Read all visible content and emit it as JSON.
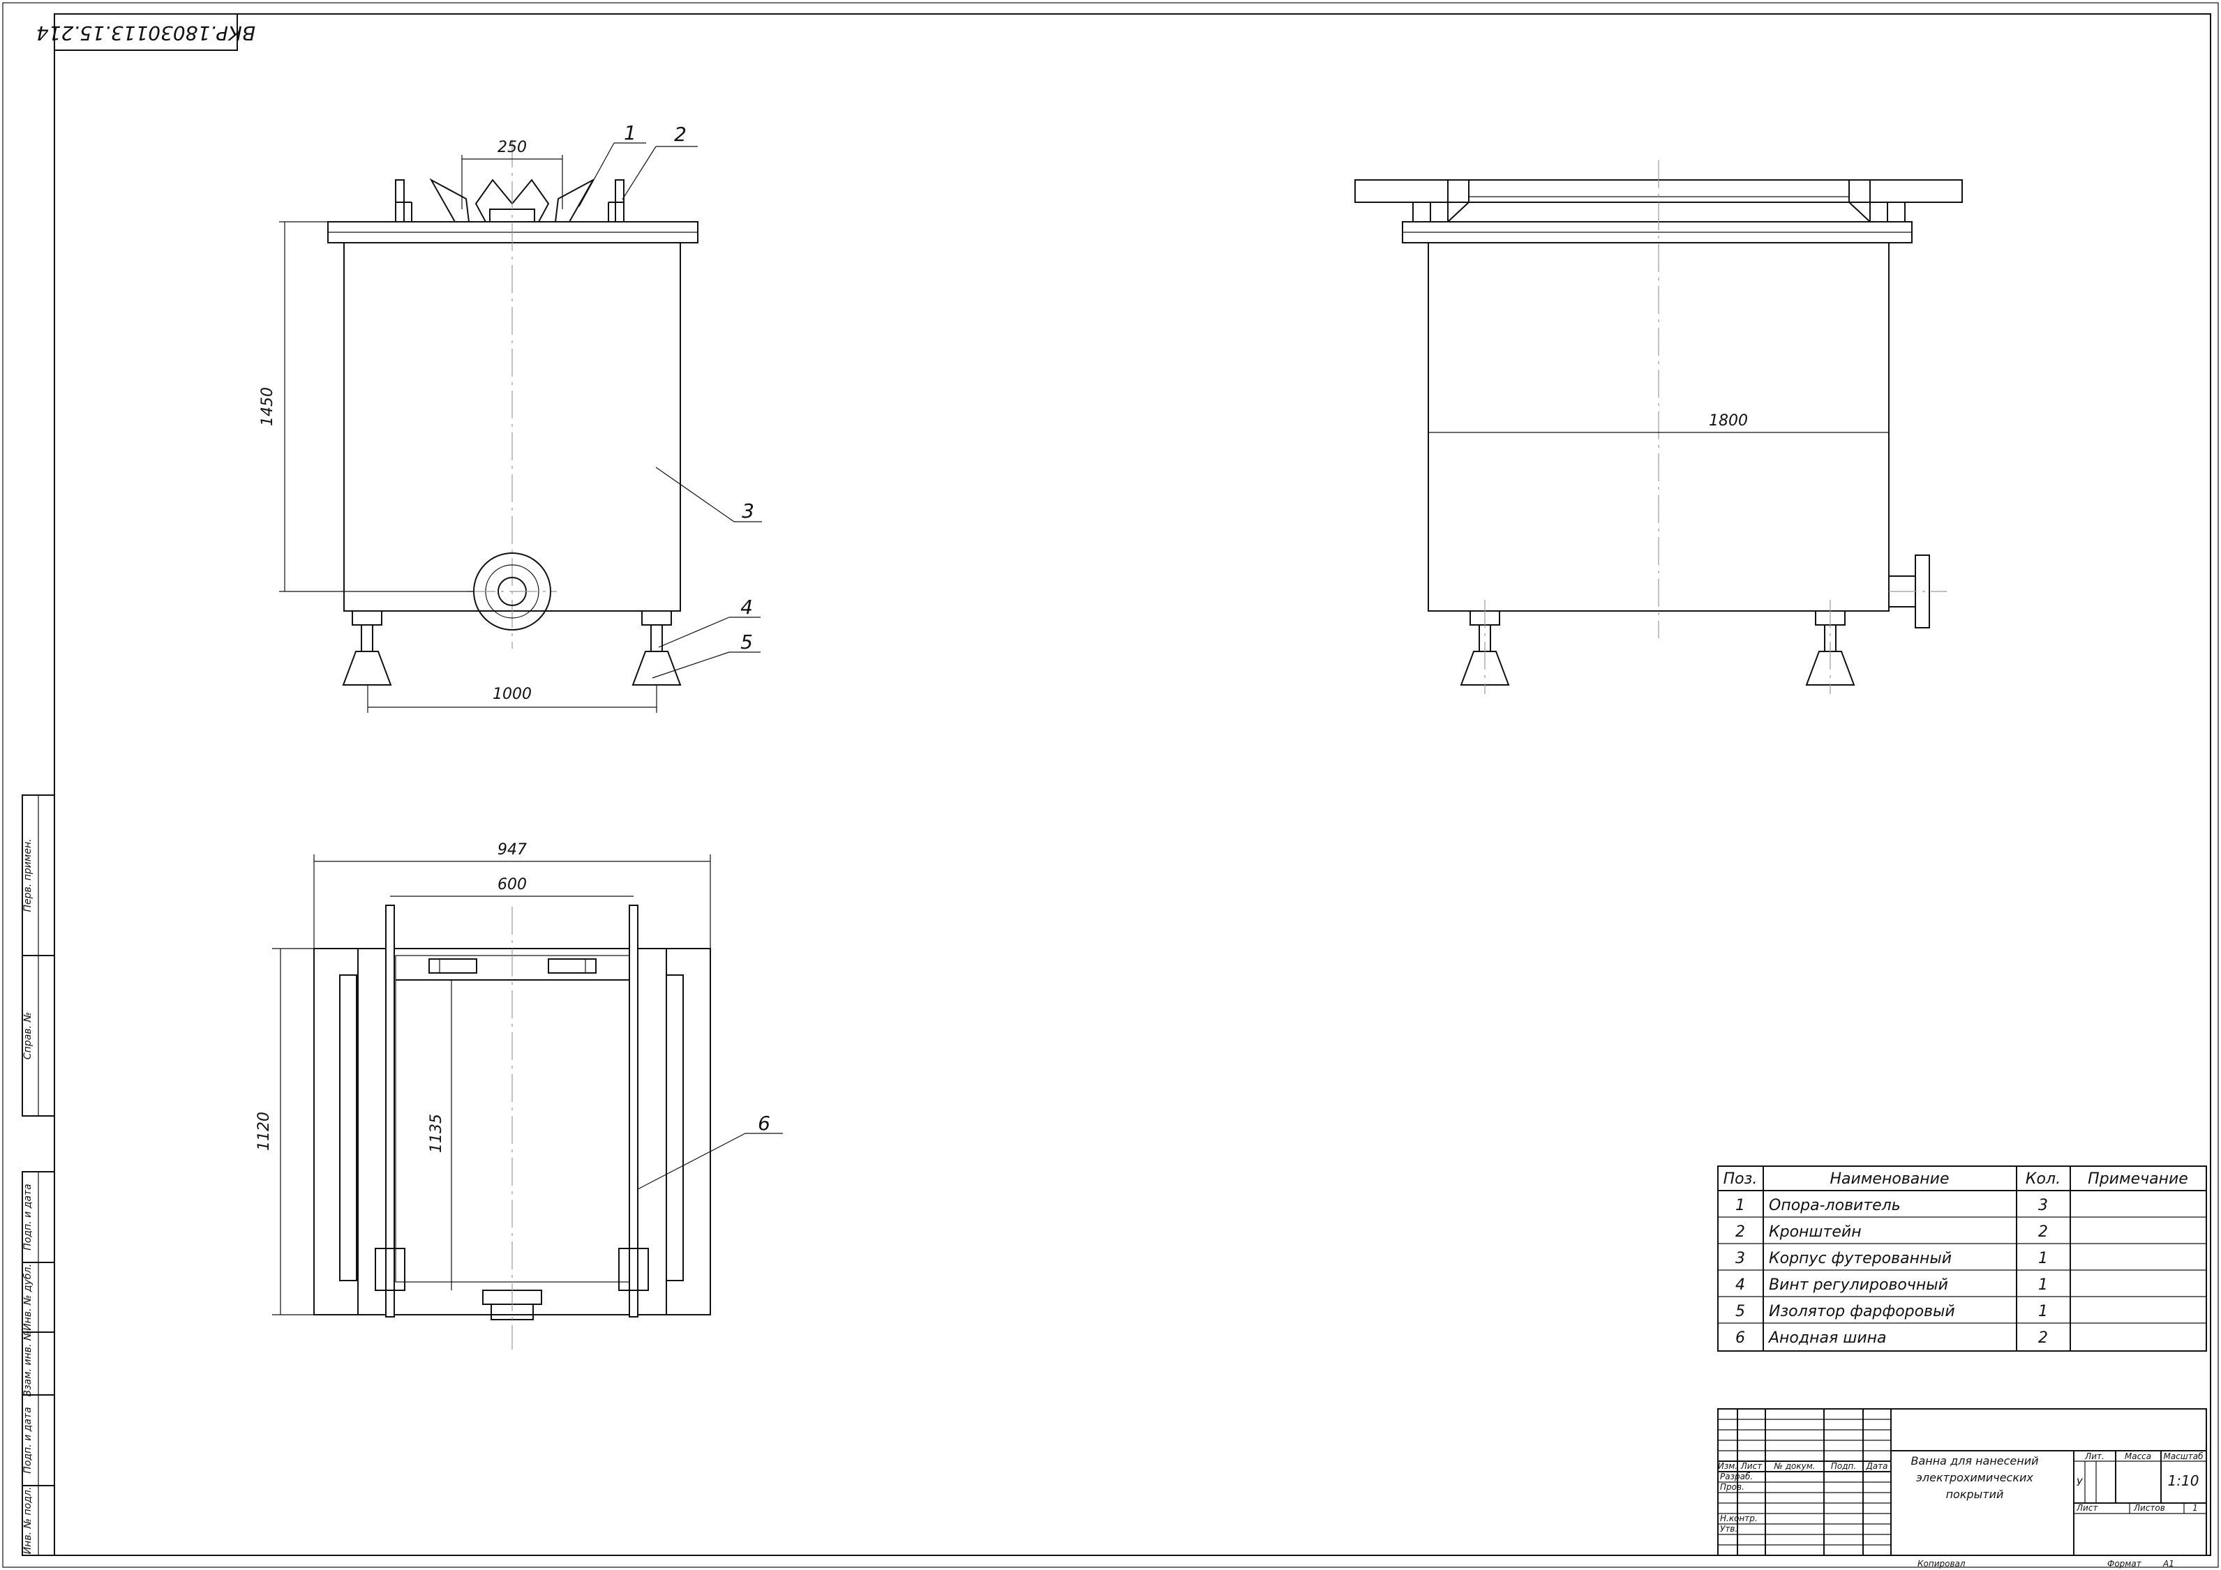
{
  "drawing": {
    "designation": "ВКР.18030113.15.214",
    "left_strip": {
      "perv_primen": "Перв. примен.",
      "sprav_no": "Справ. №",
      "podp_data_1": "Подп. и дата",
      "inv_dubl": "Инв. № дубл.",
      "vzam_inv": "Взам. инв. №",
      "podp_data_2": "Подп. и дата",
      "inv_podl": "Инв. № подл."
    }
  },
  "front_view": {
    "dim_250": "250",
    "dim_1450": "1450",
    "dim_1000": "1000",
    "leaders": [
      "1",
      "2",
      "3",
      "4",
      "5"
    ]
  },
  "side_view": {
    "dim_1800": "1800"
  },
  "plan_view": {
    "dim_947": "947",
    "dim_600": "600",
    "dim_1120": "1120",
    "dim_1135": "1135",
    "leader_6": "6"
  },
  "parts_list": {
    "headers": {
      "pos": "Поз.",
      "name": "Наименование",
      "qty": "Кол.",
      "note": "Примечание"
    },
    "rows": [
      {
        "pos": "1",
        "name": "Опора-ловитель",
        "qty": "3",
        "note": ""
      },
      {
        "pos": "2",
        "name": "Кронштейн",
        "qty": "2",
        "note": ""
      },
      {
        "pos": "3",
        "name": "Корпус футерованный",
        "qty": "1",
        "note": ""
      },
      {
        "pos": "4",
        "name": "Винт регулировочный",
        "qty": "1",
        "note": ""
      },
      {
        "pos": "5",
        "name": "Изолятор фарфоровый",
        "qty": "1",
        "note": ""
      },
      {
        "pos": "6",
        "name": "Анодная шина",
        "qty": "2",
        "note": ""
      }
    ]
  },
  "title_block": {
    "izm": "Изм.",
    "list": "Лист",
    "doc_no": "№ докум.",
    "podp": "Подп.",
    "data": "Дата",
    "razrab": "Разраб.",
    "prov": "Пров.",
    "n_kontr": "Н.контр.",
    "utv": "Утв.",
    "title_lines": [
      "Ванна для нанесений",
      "электрохимических",
      "покрытий"
    ],
    "lit": "Лит.",
    "massa": "Масса",
    "masshtab": "Масштаб",
    "lit_value": "У",
    "scale_value": "1:10",
    "list_label": "Лист",
    "listov_label": "Листов",
    "listov_value": "1",
    "kopiroval": "Копировал",
    "format_label": "Формат",
    "format_value": "А1"
  }
}
